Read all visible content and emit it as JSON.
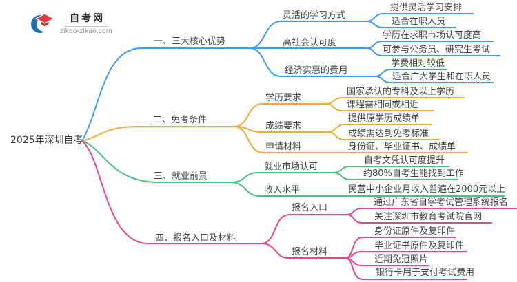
{
  "brand": {
    "name": "自考网",
    "domain": "zikao-zikao.com"
  },
  "root": {
    "label": "2025年深圳自考"
  },
  "colors": {
    "branch1": "#4199F2",
    "branch2": "#F5A93B",
    "branch3": "#43C57E",
    "branch4": "#F0418C",
    "text": "#3d4247"
  },
  "branches": [
    {
      "label": "一、三大核心优势",
      "children": [
        {
          "label": "灵活的学习方式",
          "children": [
            {
              "label": "提供灵活学习安排"
            },
            {
              "label": "适合在职人员"
            }
          ]
        },
        {
          "label": "高社会认可度",
          "children": [
            {
              "label": "学历在求职市场认可度高"
            },
            {
              "label": "可参与公务员、研究生考试"
            }
          ]
        },
        {
          "label": "经济实惠的费用",
          "children": [
            {
              "label": "学费相对较低"
            },
            {
              "label": "适合广大学生和在职人员"
            }
          ]
        }
      ]
    },
    {
      "label": "二、免考条件",
      "children": [
        {
          "label": "学历要求",
          "children": [
            {
              "label": "国家承认的专科及以上学历"
            },
            {
              "label": "课程需相同或相近"
            }
          ]
        },
        {
          "label": "成绩要求",
          "children": [
            {
              "label": "提供原学历成绩单"
            },
            {
              "label": "成绩需达到免考标准"
            }
          ]
        },
        {
          "label": "申请材料",
          "children": [
            {
              "label": "身份证、毕业证书、成绩单"
            }
          ]
        }
      ]
    },
    {
      "label": "三、就业前景",
      "children": [
        {
          "label": "就业市场认可",
          "children": [
            {
              "label": "自考文凭认可度提升"
            },
            {
              "label": "约80%自考生能找到工作"
            }
          ]
        },
        {
          "label": "收入水平",
          "children": [
            {
              "label": "民营中小企业月收入普遍在2000元以上"
            }
          ]
        }
      ]
    },
    {
      "label": "四、报名入口及材料",
      "children": [
        {
          "label": "报名入口",
          "children": [
            {
              "label": "通过广东省自学考试管理系统报名"
            },
            {
              "label": "关注深圳市教育考试院官网"
            }
          ]
        },
        {
          "label": "报名材料",
          "children": [
            {
              "label": "身份证原件及复印件"
            },
            {
              "label": "毕业证书原件及复印件"
            },
            {
              "label": "近期免冠照片"
            },
            {
              "label": "银行卡用于支付考试费用"
            }
          ]
        }
      ]
    }
  ]
}
